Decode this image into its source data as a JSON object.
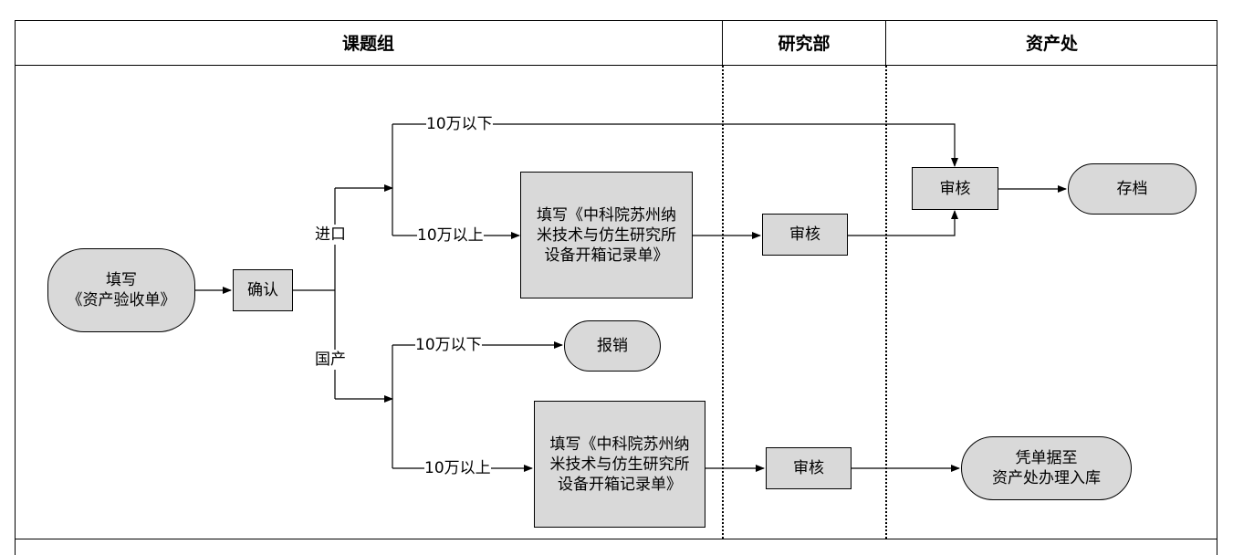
{
  "lanes": {
    "group": "课题组",
    "research": "研究部",
    "asset": "资产处"
  },
  "nodes": {
    "start": "填写\n《资产验收单》",
    "confirm": "确认",
    "form_import": "填写《中科院苏州纳\n米技术与仿生研究所\n设备开箱记录单》",
    "review_research_import": "审核",
    "review_asset": "审核",
    "archive": "存档",
    "reimburse": "报销",
    "form_domestic": "填写《中科院苏州纳\n米技术与仿生研究所\n设备开箱记录单》",
    "review_research_domestic": "审核",
    "voucher": "凭单据至\n资产处办理入库"
  },
  "labels": {
    "import": "进口",
    "domestic": "国产",
    "import_below": "10万以下",
    "import_above": "10万以上",
    "domestic_below": "10万以下",
    "domestic_above": "10万以上"
  },
  "colors": {
    "node_fill": "#d9d9d9",
    "line": "#000000"
  }
}
